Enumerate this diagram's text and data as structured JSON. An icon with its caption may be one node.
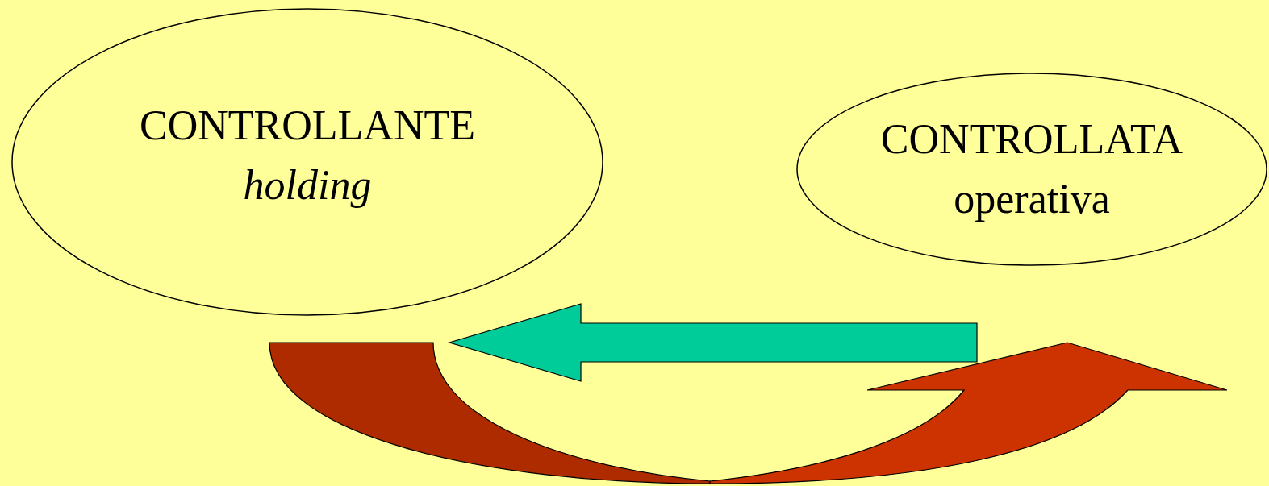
{
  "diagram": {
    "nodes": [
      {
        "text": [
          "CONTROLLANTE",
          "*holding*"
        ]
      },
      {
        "text": [
          "CONTROLLATA",
          "operativa"
        ]
      }
    ],
    "edges": [
      {
        "from": 1,
        "to": 0,
        "arrow": "to",
        "style": "thick",
        "color": "#00cc99"
      },
      {
        "from": 0,
        "to": 1,
        "arrow": "to",
        "style": "thick",
        "color": "#cc3300"
      }
    ]
  }
}
